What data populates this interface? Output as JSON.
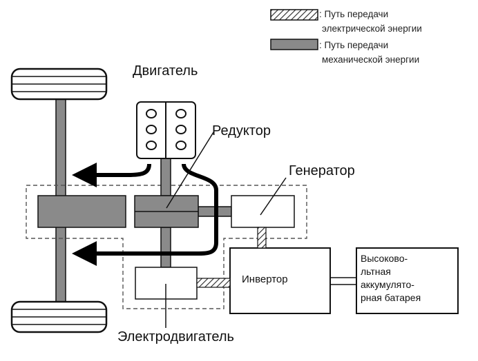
{
  "legend": {
    "electric_line1": ": Путь передачи",
    "electric_line2": "электрической энергии",
    "mechanical_line1": ": Путь передачи",
    "mechanical_line2": "механической энергии"
  },
  "labels": {
    "engine": "Двигатель",
    "reducer": "Редуктор",
    "generator": "Генератор",
    "inverter": "Инвертор",
    "motor": "Электродвигатель",
    "battery_lines": [
      "Высоково-",
      "льтная",
      "аккумулято-",
      "рная батарея"
    ]
  },
  "colors": {
    "mechanical_path": "#8a8a8a",
    "outline": "#111111",
    "hatch": "#222222"
  }
}
